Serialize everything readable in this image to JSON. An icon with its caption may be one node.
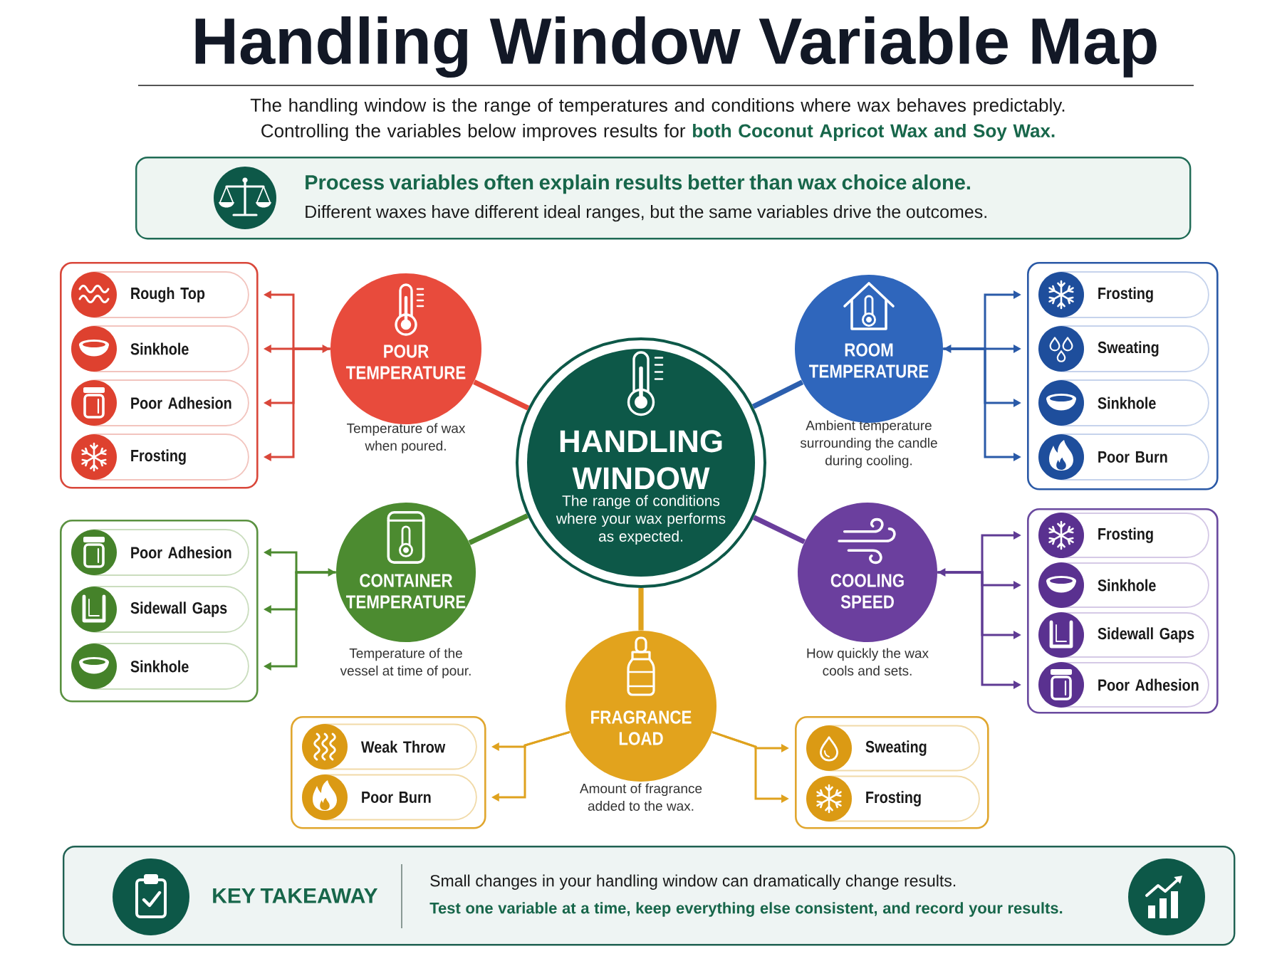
{
  "diagram": {
    "title": "Handling Window Variable Map",
    "nodes": [
      {
        "text": [
          "Process variables often explain results better than wax choice alone.",
          "Different waxes have different ideal ranges, but the same variables drive the outcomes."
        ]
      },
      {
        "text": [],
        "shape": "box"
      },
      {
        "text": [
          "Rough Top"
        ],
        "in": 1
      },
      {
        "text": [
          "Sinkhole"
        ],
        "in": 1
      },
      {
        "text": [
          "Poor Adhesion"
        ],
        "in": 1
      },
      {
        "text": [
          "Frosting"
        ],
        "in": 1
      },
      {
        "text": [
          "POUR TEMPERATURE"
        ],
        "beside": [
          "Temperature of wax when poured."
        ]
      },
      {
        "text": [
          "ROOM TEMPERATURE"
        ],
        "beside": [
          "Ambient temperature surrounding the candle during cooling."
        ]
      },
      {
        "text": [],
        "shape": "box"
      },
      {
        "text": [
          "Frosting"
        ],
        "in": 8
      },
      {
        "text": [
          "Sweating"
        ],
        "in": 8
      },
      {
        "text": [
          "Sinkhole"
        ],
        "in": 8
      },
      {
        "text": [
          "Poor Burn"
        ],
        "in": 8
      },
      {
        "text": [
          "HANDLING WINDOW",
          "The range of conditions where your wax performs as expected."
        ]
      },
      {
        "text": [],
        "shape": "box"
      },
      {
        "text": [
          "Poor Adhesion"
        ],
        "in": 14
      },
      {
        "text": [
          "Sidewall Gaps"
        ],
        "in": 14
      },
      {
        "text": [
          "Sinkhole"
        ],
        "in": 14
      },
      {
        "text": [
          "CONTAINER TEMPERATURE"
        ],
        "beside": [
          "Temperature of the vessel at time of pour."
        ]
      },
      {
        "text": [
          "COOLING SPEED"
        ],
        "beside": [
          "How quickly the wax cools and sets."
        ]
      },
      {
        "text": [],
        "shape": "box"
      },
      {
        "text": [
          "Frosting"
        ],
        "in": 20
      },
      {
        "text": [
          "Sinkhole"
        ],
        "in": 20
      },
      {
        "text": [
          "Sidewall Gaps"
        ],
        "in": 20
      },
      {
        "text": [
          "Poor Adhesion"
        ],
        "in": 20
      },
      {
        "text": [
          "FRAGRANCE LOAD"
        ],
        "beside": [
          "Amount of fragrance added to the wax."
        ]
      },
      {
        "text": [],
        "shape": "box"
      },
      {
        "text": [
          "Weak Throw"
        ],
        "in": 26
      },
      {
        "text": [
          "Poor Burn"
        ],
        "in": 26
      },
      {
        "text": [],
        "shape": "box"
      },
      {
        "text": [
          "Sweating"
        ],
        "in": 29
      },
      {
        "text": [
          "Frosting"
        ],
        "in": 29
      },
      {
        "text": [
          "KEY TAKEAWAY",
          "Small changes in your handling window can dramatically change results.",
          "Test one variable at a time, keep everything else consistent, and record your results."
        ]
      }
    ],
    "edges": [
      {
        "from": 13,
        "to": 6,
        "arrow": "none",
        "style": "thick",
        "color": "#e5493a"
      },
      {
        "from": 13,
        "to": 7,
        "arrow": "none",
        "style": "thick",
        "color": "#2c5fae"
      },
      {
        "from": 13,
        "to": 18,
        "arrow": "none",
        "style": "thick",
        "color": "#4c8a30"
      },
      {
        "from": 13,
        "to": 19,
        "arrow": "none",
        "style": "thick",
        "color": "#6a3e9c"
      },
      {
        "from": 13,
        "to": 25,
        "arrow": "none",
        "style": "thick",
        "color": "#dfa21e"
      },
      {
        "from": 6,
        "to": 2,
        "arrow": "to",
        "color": "#d9473a"
      },
      {
        "from": 6,
        "to": 3,
        "arrow": "both",
        "color": "#d9473a"
      },
      {
        "from": 6,
        "to": 4,
        "arrow": "to",
        "color": "#d9473a"
      },
      {
        "from": 6,
        "to": 5,
        "arrow": "to",
        "color": "#d9473a"
      },
      {
        "from": 7,
        "to": 9,
        "arrow": "to",
        "color": "#2a5aa8"
      },
      {
        "from": 7,
        "to": 10,
        "arrow": "both",
        "color": "#2a5aa8"
      },
      {
        "from": 7,
        "to": 11,
        "arrow": "to",
        "color": "#2a5aa8"
      },
      {
        "from": 7,
        "to": 12,
        "arrow": "to",
        "color": "#2a5aa8"
      },
      {
        "from": 18,
        "to": 15,
        "arrow": "to",
        "color": "#4c8a30"
      },
      {
        "from": 18,
        "to": 16,
        "arrow": "both",
        "color": "#4c8a30"
      },
      {
        "from": 18,
        "to": 17,
        "arrow": "to",
        "color": "#4c8a30"
      },
      {
        "from": 19,
        "to": 21,
        "arrow": "to",
        "color": "#5f3b94"
      },
      {
        "from": 19,
        "to": 22,
        "arrow": "both",
        "color": "#5f3b94"
      },
      {
        "from": 19,
        "to": 23,
        "arrow": "to",
        "color": "#5f3b94"
      },
      {
        "from": 19,
        "to": 24,
        "arrow": "to",
        "color": "#5f3b94"
      },
      {
        "from": 25,
        "to": 27,
        "arrow": "to",
        "color": "#dfa21e"
      },
      {
        "from": 25,
        "to": 28,
        "arrow": "to",
        "color": "#dfa21e"
      },
      {
        "from": 25,
        "to": 30,
        "arrow": "to",
        "color": "#dfa21e"
      },
      {
        "from": 25,
        "to": 31,
        "arrow": "to",
        "color": "#dfa21e"
      }
    ],
    "labels": [
      "The handling window is the range of temperatures and conditions where wax behaves predictably. Controlling the variables below improves results for **both Coconut Apricot Wax and Soy Wax.**"
    ]
  }
}
